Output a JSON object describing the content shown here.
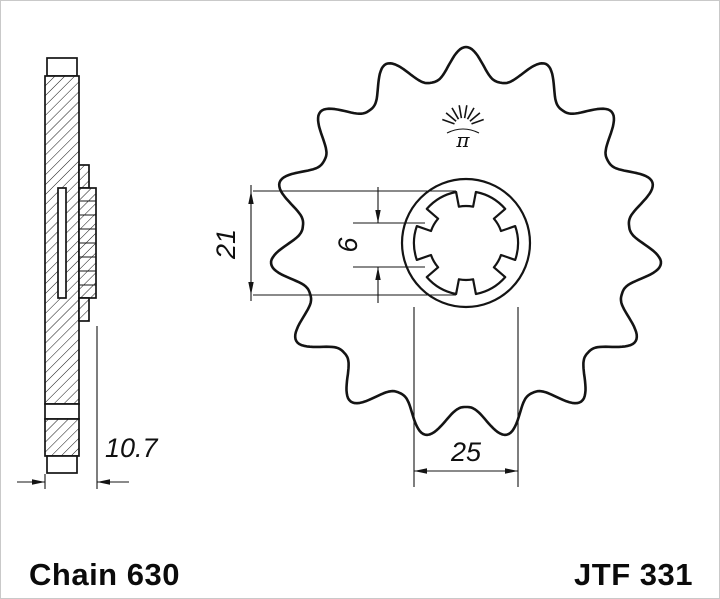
{
  "drawing": {
    "part_number": "JTF 331",
    "chain_label": "Chain 630",
    "logo": {
      "symbol": "π",
      "name": "jt-rising-sun-logo"
    },
    "dimensions": {
      "hub_width": "10.7",
      "inner_diameter": "21",
      "spline_width": "6",
      "bore_diameter": "25"
    },
    "sprocket": {
      "teeth": 15,
      "spline_count": 6
    },
    "colors": {
      "line": "#141414",
      "background": "#ffffff"
    }
  }
}
